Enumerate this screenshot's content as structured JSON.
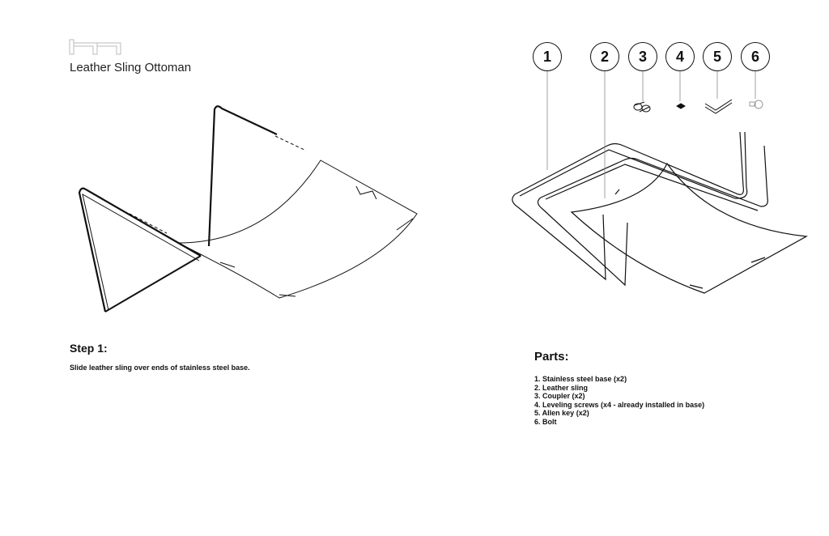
{
  "header": {
    "title": "Leather Sling Ottoman",
    "logo_text": "hm"
  },
  "step": {
    "heading": "Step 1:",
    "description": "Slide leather sling over ends of stainless steel base."
  },
  "parts": {
    "heading": "Parts:",
    "items": [
      "1. Stainless steel base (x2)",
      "2. Leather sling",
      "3. Coupler (x2)",
      "4. Leveling screws (x4 - already installed in base)",
      "5. Allen key (x2)",
      "6. Bolt"
    ],
    "callouts": [
      "1",
      "2",
      "3",
      "4",
      "5",
      "6"
    ]
  }
}
